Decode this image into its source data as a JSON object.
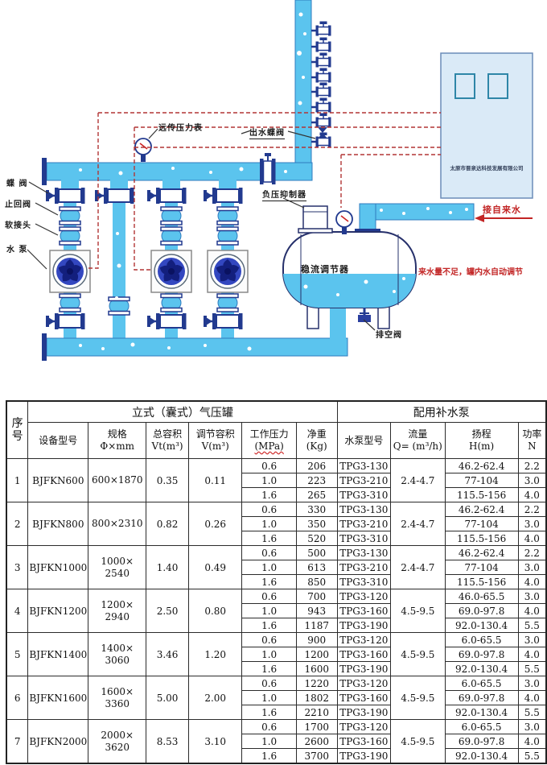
{
  "diagram": {
    "labels": {
      "remote_pressure_gauge": "远传压力表",
      "outlet_butterfly_valve": "出水蝶阀",
      "butterfly_valve": "蝶 阀",
      "check_valve": "止回阀",
      "soft_joint": "软接头",
      "water_pump": "水 泵",
      "negative_pressure_suppressor": "负压抑制器",
      "flow_regulator": "稳流调节器",
      "drain_valve": "排空阀",
      "tap_water_inlet": "接自来水",
      "auto_adjust_note": "来水量不足，罐内水自动调节",
      "cabinet_brand": "太原市晋泉达科技发展有限公司"
    },
    "colors": {
      "pipe_blue": "#5bc4ee",
      "outline_navy": "#223a8f",
      "accent_red": "#c22525",
      "cabinet_fill": "#daeaf7"
    }
  },
  "table": {
    "group_headers": {
      "tank": "立式（囊式）气压罐",
      "pump": "配用补水泵"
    },
    "headers": {
      "serial_l1": "序",
      "serial_l2": "号",
      "model": "设备型号",
      "spec_l1": "规格",
      "spec_l2": "Φ×mm",
      "vt_l1": "总容积",
      "vt_l2": "Vt(m³)",
      "v_l1": "调节容积",
      "v_l2": "V(m³)",
      "mpa_l1": "工作压力",
      "mpa_l2": "(MPa)",
      "kg_l1": "净重",
      "kg_l2": "(Kg)",
      "pump_model": "水泵型号",
      "flow_l1": "流量",
      "flow_l2": "Q= (m³/h)",
      "head_l1": "扬程",
      "head_l2": "H(m)",
      "power_l1": "功率",
      "power_l2": "N"
    },
    "rows": [
      {
        "no": "1",
        "model": "BJFKN600",
        "spec": "600×1870",
        "total_volume": "0.35",
        "adjust_volume": "0.11",
        "flow": "2.4-4.7",
        "subs": [
          {
            "pressure": "0.6",
            "weight": "206",
            "pump_model": "TPG3-130",
            "head": "46.2-62.4",
            "power": "2.2"
          },
          {
            "pressure": "1.0",
            "weight": "223",
            "pump_model": "TPG3-210",
            "head": "77-104",
            "power": "3.0"
          },
          {
            "pressure": "1.6",
            "weight": "265",
            "pump_model": "TPG3-310",
            "head": "115.5-156",
            "power": "4.0"
          }
        ]
      },
      {
        "no": "2",
        "model": "BJFKN800",
        "spec": "800×2310",
        "total_volume": "0.82",
        "adjust_volume": "0.26",
        "flow": "2.4-4.7",
        "subs": [
          {
            "pressure": "0.6",
            "weight": "330",
            "pump_model": "TPG3-130",
            "head": "46.2-62.4",
            "power": "2.2"
          },
          {
            "pressure": "1.0",
            "weight": "350",
            "pump_model": "TPG3-210",
            "head": "77-104",
            "power": "3.0"
          },
          {
            "pressure": "1.6",
            "weight": "520",
            "pump_model": "TPG3-310",
            "head": "115.5-156",
            "power": "4.0"
          }
        ]
      },
      {
        "no": "3",
        "model": "BJFKN1000",
        "spec": "1000×\n2540",
        "total_volume": "1.40",
        "adjust_volume": "0.49",
        "flow": "2.4-4.7",
        "subs": [
          {
            "pressure": "0.6",
            "weight": "500",
            "pump_model": "TPG3-130",
            "head": "46.2-62.4",
            "power": "2.2"
          },
          {
            "pressure": "1.0",
            "weight": "613",
            "pump_model": "TPG3-210",
            "head": "77-104",
            "power": "3.0"
          },
          {
            "pressure": "1.6",
            "weight": "850",
            "pump_model": "TPG3-310",
            "head": "115.5-156",
            "power": "4.0"
          }
        ]
      },
      {
        "no": "4",
        "model": "BJFKN1200",
        "spec": "1200×\n2940",
        "total_volume": "2.50",
        "adjust_volume": "0.80",
        "flow": "4.5-9.5",
        "subs": [
          {
            "pressure": "0.6",
            "weight": "700",
            "pump_model": "TPG3-120",
            "head": "46.0-65.5",
            "power": "3.0"
          },
          {
            "pressure": "1.0",
            "weight": "943",
            "pump_model": "TPG3-160",
            "head": "69.0-97.8",
            "power": "4.0"
          },
          {
            "pressure": "1.6",
            "weight": "1187",
            "pump_model": "TPG3-190",
            "head": "92.0-130.4",
            "power": "5.5"
          }
        ]
      },
      {
        "no": "5",
        "model": "BJFKN1400",
        "spec": "1400×\n3060",
        "total_volume": "3.46",
        "adjust_volume": "1.20",
        "flow": "4.5-9.5",
        "subs": [
          {
            "pressure": "0.6",
            "weight": "900",
            "pump_model": "TPG3-120",
            "head": "6.0-65.5",
            "power": "3.0"
          },
          {
            "pressure": "1.0",
            "weight": "1200",
            "pump_model": "TPG3-160",
            "head": "69.0-97.8",
            "power": "4.0"
          },
          {
            "pressure": "1.6",
            "weight": "1600",
            "pump_model": "TPG3-190",
            "head": "92.0-130.4",
            "power": "5.5"
          }
        ]
      },
      {
        "no": "6",
        "model": "BJFKN1600",
        "spec": "1600×\n3360",
        "total_volume": "5.00",
        "adjust_volume": "2.00",
        "flow": "4.5-9.5",
        "subs": [
          {
            "pressure": "0.6",
            "weight": "1220",
            "pump_model": "TPG3-120",
            "head": "6.0-65.5",
            "power": "3.0"
          },
          {
            "pressure": "1.0",
            "weight": "1802",
            "pump_model": "TPG3-160",
            "head": "69.0-97.8",
            "power": "4.0"
          },
          {
            "pressure": "1.6",
            "weight": "2210",
            "pump_model": "TPG3-190",
            "head": "92.0-130.4",
            "power": "5.5"
          }
        ]
      },
      {
        "no": "7",
        "model": "BJFKN2000",
        "spec": "2000×\n3620",
        "total_volume": "8.53",
        "adjust_volume": "3.10",
        "flow": "4.5-9.5",
        "subs": [
          {
            "pressure": "0.6",
            "weight": "1700",
            "pump_model": "TPG3-120",
            "head": "6.0-65.5",
            "power": "3.0"
          },
          {
            "pressure": "1.0",
            "weight": "2600",
            "pump_model": "TPG3-160",
            "head": "69.0-97.8",
            "power": "4.0"
          },
          {
            "pressure": "1.6",
            "weight": "3700",
            "pump_model": "TPG3-190",
            "head": "92.0-130.4",
            "power": "5.5"
          }
        ]
      }
    ]
  }
}
